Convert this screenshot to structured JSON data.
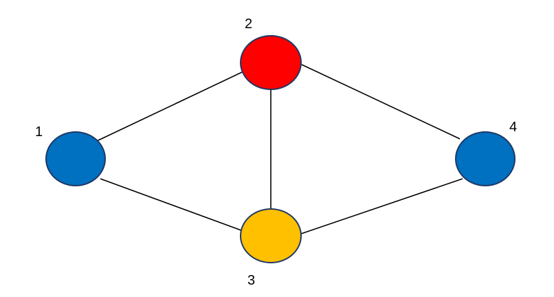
{
  "graph": {
    "nodes": [
      {
        "id": "1",
        "label": "1",
        "color": "#0070c0"
      },
      {
        "id": "2",
        "label": "2",
        "color": "#ff0000"
      },
      {
        "id": "3",
        "label": "3",
        "color": "#ffc000"
      },
      {
        "id": "4",
        "label": "4",
        "color": "#0070c0"
      }
    ],
    "edges": [
      {
        "from": "1",
        "to": "2"
      },
      {
        "from": "1",
        "to": "3"
      },
      {
        "from": "2",
        "to": "3"
      },
      {
        "from": "2",
        "to": "4"
      },
      {
        "from": "3",
        "to": "4"
      }
    ]
  }
}
